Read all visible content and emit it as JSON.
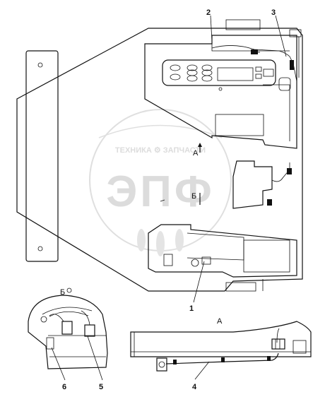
{
  "labels": {
    "main_view": "А",
    "section_a": "А",
    "section_b": "Б",
    "detail_b": "Б"
  },
  "callouts": [
    {
      "id": "1",
      "text": "1"
    },
    {
      "id": "2",
      "text": "2"
    },
    {
      "id": "3",
      "text": "3"
    },
    {
      "id": "4",
      "text": "4"
    },
    {
      "id": "5",
      "text": "5"
    },
    {
      "id": "6",
      "text": "6"
    }
  ],
  "watermark": {
    "top_text": "ТЕХНИКА ⚙ ЗАПЧАСТИ",
    "main_text": "ЭПФ"
  },
  "colors": {
    "line": "#111111",
    "watermark": "#d0d0d0",
    "background": "#ffffff"
  }
}
